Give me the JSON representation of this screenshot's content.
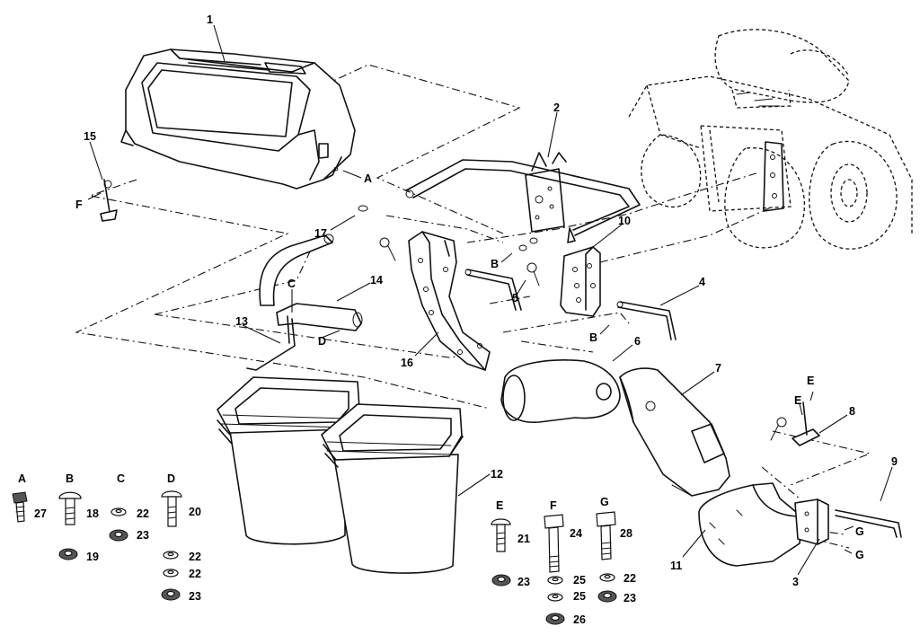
{
  "callouts": [
    {
      "id": "c1",
      "text": "1"
    },
    {
      "id": "c2",
      "text": "2"
    },
    {
      "id": "c3",
      "text": "3"
    },
    {
      "id": "c4",
      "text": "4"
    },
    {
      "id": "c5",
      "text": "5"
    },
    {
      "id": "c6",
      "text": "6"
    },
    {
      "id": "c7",
      "text": "7"
    },
    {
      "id": "c8",
      "text": "8"
    },
    {
      "id": "c9",
      "text": "9"
    },
    {
      "id": "c10",
      "text": "10"
    },
    {
      "id": "c11",
      "text": "11"
    },
    {
      "id": "c12",
      "text": "12"
    },
    {
      "id": "c13",
      "text": "13"
    },
    {
      "id": "c14",
      "text": "14"
    },
    {
      "id": "c15",
      "text": "15"
    },
    {
      "id": "c16",
      "text": "16"
    },
    {
      "id": "c17",
      "text": "17"
    }
  ],
  "letter_refs": [
    {
      "id": "refA",
      "text": "A"
    },
    {
      "id": "refB1",
      "text": "B"
    },
    {
      "id": "refB2",
      "text": "B"
    },
    {
      "id": "refC",
      "text": "C"
    },
    {
      "id": "refD",
      "text": "D"
    },
    {
      "id": "refE1",
      "text": "E"
    },
    {
      "id": "refE2",
      "text": "E"
    },
    {
      "id": "refF",
      "text": "F"
    },
    {
      "id": "refG1",
      "text": "G"
    },
    {
      "id": "refG2",
      "text": "G"
    }
  ],
  "hardware_key": {
    "groups": [
      {
        "letter": "A",
        "items": [
          "27"
        ]
      },
      {
        "letter": "B",
        "items": [
          "18",
          "19"
        ]
      },
      {
        "letter": "C",
        "items": [
          "22",
          "23"
        ]
      },
      {
        "letter": "D",
        "items": [
          "20",
          "22",
          "22",
          "23"
        ]
      },
      {
        "letter": "E",
        "items": [
          "21",
          "23"
        ]
      },
      {
        "letter": "F",
        "items": [
          "24",
          "25",
          "25",
          "26"
        ]
      },
      {
        "letter": "G",
        "items": [
          "28",
          "22",
          "23"
        ]
      }
    ]
  }
}
